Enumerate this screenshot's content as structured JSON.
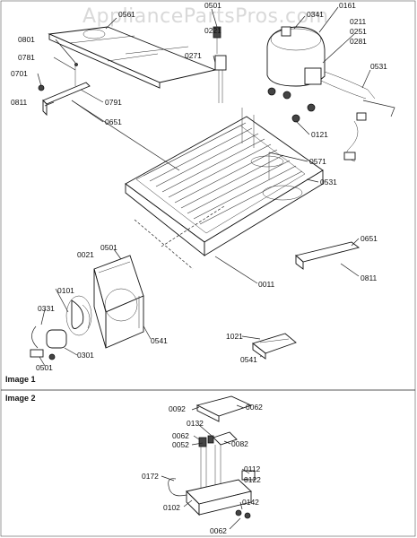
{
  "watermark": "AppliancePartsPros.com",
  "image1_label": "Image 1",
  "image2_label": "Image 2",
  "callouts": [
    {
      "id": "0561",
      "text": "0561"
    },
    {
      "id": "0501a",
      "text": "0501"
    },
    {
      "id": "0341",
      "text": "0341"
    },
    {
      "id": "0161",
      "text": "0161"
    },
    {
      "id": "0221",
      "text": "0221"
    },
    {
      "id": "0211",
      "text": "0211"
    },
    {
      "id": "0251",
      "text": "0251"
    },
    {
      "id": "0281",
      "text": "0281"
    },
    {
      "id": "0801",
      "text": "0801"
    },
    {
      "id": "0781",
      "text": "0781"
    },
    {
      "id": "0701",
      "text": "0701"
    },
    {
      "id": "0271",
      "text": "0271"
    },
    {
      "id": "0531a",
      "text": "0531"
    },
    {
      "id": "0811a",
      "text": "0811"
    },
    {
      "id": "0791",
      "text": "0791"
    },
    {
      "id": "0651a",
      "text": "0651"
    },
    {
      "id": "0121",
      "text": "0121"
    },
    {
      "id": "0571",
      "text": "0571"
    },
    {
      "id": "0531b",
      "text": "0531"
    },
    {
      "id": "0501b",
      "text": "0501"
    },
    {
      "id": "0021",
      "text": "0021"
    },
    {
      "id": "0651b",
      "text": "0651"
    },
    {
      "id": "0101",
      "text": "0101"
    },
    {
      "id": "0011",
      "text": "0011"
    },
    {
      "id": "0811b",
      "text": "0811"
    },
    {
      "id": "0331",
      "text": "0331"
    },
    {
      "id": "0541a",
      "text": "0541"
    },
    {
      "id": "0301",
      "text": "0301"
    },
    {
      "id": "1021",
      "text": "1021"
    },
    {
      "id": "0501c",
      "text": "0501"
    },
    {
      "id": "0541b",
      "text": "0541"
    },
    {
      "id": "0092",
      "text": "0092"
    },
    {
      "id": "0062a",
      "text": "0062"
    },
    {
      "id": "0132",
      "text": "0132"
    },
    {
      "id": "0062b",
      "text": "0062"
    },
    {
      "id": "0052",
      "text": "0052"
    },
    {
      "id": "0082",
      "text": "0082"
    },
    {
      "id": "0172",
      "text": "0172"
    },
    {
      "id": "0112",
      "text": "0112"
    },
    {
      "id": "0122",
      "text": "0122"
    },
    {
      "id": "0102",
      "text": "0102"
    },
    {
      "id": "0142",
      "text": "0142"
    },
    {
      "id": "0062c",
      "text": "0062"
    }
  ]
}
